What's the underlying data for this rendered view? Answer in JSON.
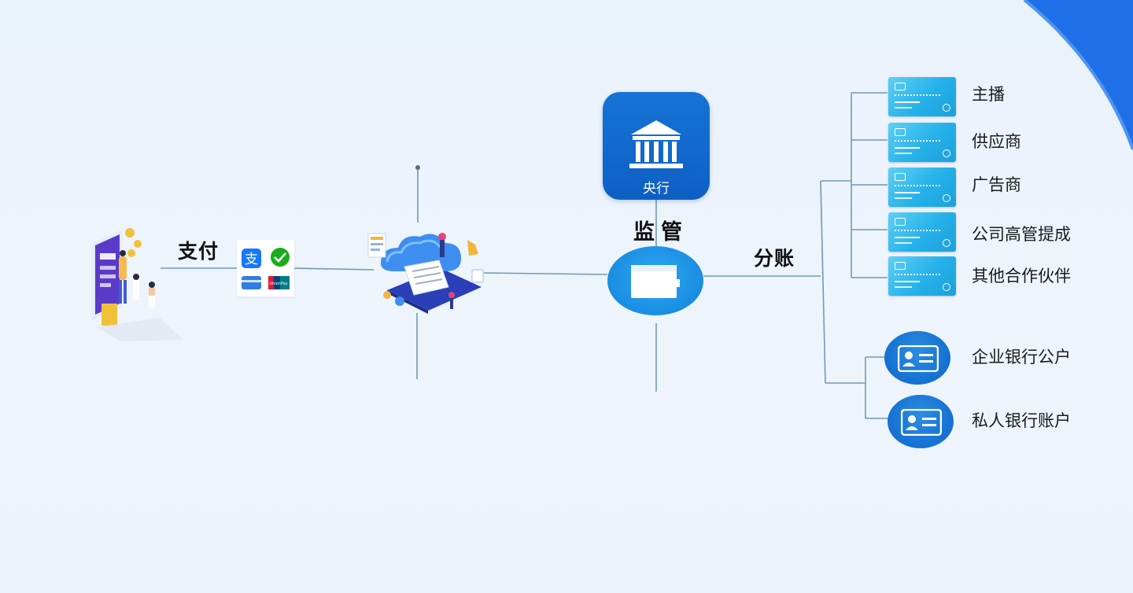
{
  "labels": {
    "pay": "支付",
    "supervision": "监管",
    "split": "分账",
    "central_bank": "央行"
  },
  "payment_methods": [
    {
      "icon": "alipay-icon"
    },
    {
      "icon": "wechat-pay-icon"
    },
    {
      "icon": "bank-card-icon"
    },
    {
      "icon": "unionpay-icon",
      "text": "UnionPay"
    }
  ],
  "recipients": [
    {
      "name": "主播",
      "icon": "bank-card-icon"
    },
    {
      "name": "供应商",
      "icon": "bank-card-icon"
    },
    {
      "name": "广告商",
      "icon": "bank-card-icon"
    },
    {
      "name": "公司高管提成",
      "icon": "bank-card-icon"
    },
    {
      "name": "其他合作伙伴",
      "icon": "bank-card-icon"
    }
  ],
  "accounts": [
    {
      "name": "企业银行公户",
      "icon": "id-card-icon"
    },
    {
      "name": "私人银行账户",
      "icon": "id-card-icon"
    }
  ],
  "colors": {
    "primary_blue": "#1570d2",
    "card_cyan": "#25b1ea",
    "line": "#6f9bb3",
    "corner_accent": "#1f6fe8"
  }
}
